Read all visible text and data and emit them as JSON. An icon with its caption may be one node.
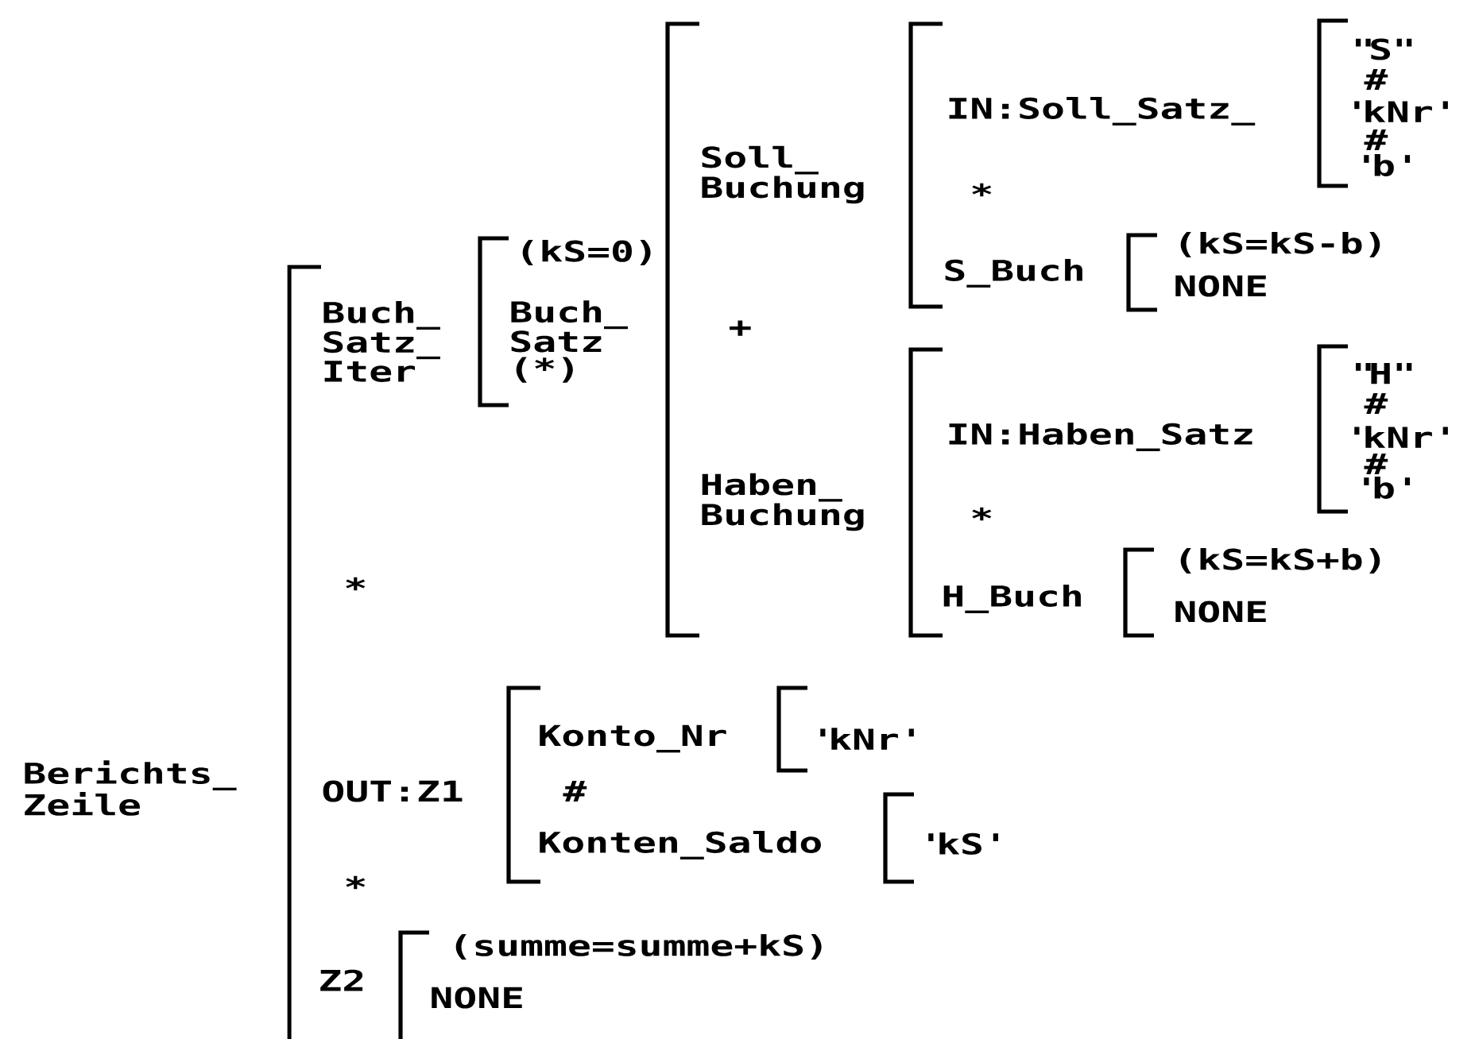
{
  "diagram": {
    "labels": [
      "Berichts_ Zeile",
      "Buch_ Satz_ Iter",
      "(kS=0)",
      "Buch_ Satz (*)",
      "Soll_ Buchung",
      "+",
      "Haben_ Buchung",
      "IN:Soll_Satz_",
      "\"S\"",
      "#",
      "'kNr'",
      "#",
      "'b'",
      "*",
      "S_Buch",
      "(kS=kS-b)",
      "NONE",
      "IN:Haben_Satz",
      "\"H\"",
      "#",
      "'kNr'",
      "#",
      "'b'",
      "*",
      "H_Buch",
      "(kS=kS+b)",
      "NONE",
      "*",
      "OUT:Z1",
      "Konto_Nr",
      "'kNr'",
      "#",
      "Konten_Saldo",
      "'kS'",
      "*",
      "Z2",
      "(summe=summe+kS)",
      "NONE"
    ]
  }
}
